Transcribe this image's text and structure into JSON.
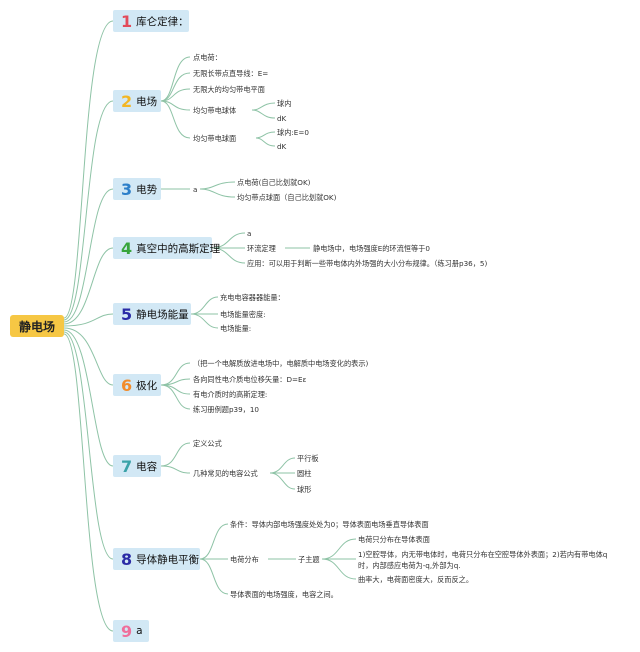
{
  "root": {
    "label": "静电场"
  },
  "colors": {
    "root_fill": "#f6c744",
    "branch_fill": "#d2e8f5",
    "line": "#8ec3a6"
  },
  "branches": [
    {
      "num": "1",
      "num_color": "#e24b5a",
      "label": "库仑定律："
    },
    {
      "num": "2",
      "num_color": "#f3b623",
      "label": "电场"
    },
    {
      "num": "3",
      "num_color": "#2d7fc9",
      "label": "电势"
    },
    {
      "num": "4",
      "num_color": "#38a53c",
      "label": "真空中的高斯定理"
    },
    {
      "num": "5",
      "num_color": "#2b2ba6",
      "label": "静电场能量"
    },
    {
      "num": "6",
      "num_color": "#f28c2b",
      "label": "极化"
    },
    {
      "num": "7",
      "num_color": "#3aa2a8",
      "label": "电容"
    },
    {
      "num": "8",
      "num_color": "#2b2ba6",
      "label": "导体静电平衡"
    },
    {
      "num": "9",
      "num_color": "#ef6f9b",
      "label": "a"
    }
  ],
  "leaves": {
    "b2_point": "点电荷：",
    "b2_line": "无限长带点直导线：E=",
    "b2_plane": "无限大的均匀带电平面",
    "b2_ball": "均匀带电球体",
    "b2_ball_in": "球内",
    "b2_ball_dk": "dK",
    "b2_shell": "均匀带电球面",
    "b2_shell_in": "球内:E=0",
    "b2_shell_dk": "dK",
    "b3_a": "a",
    "b3_point": "点电荷(自己比划就OK)",
    "b3_shell": "均匀带点球面（自己比划就OK)",
    "b4_a": "a",
    "b4_loop": "环流定理",
    "b4_loop_note": "静电场中，电场强度E的环流恒等于0",
    "b4_apply": "应用：可以用于判断一些带电体内外场强的大小分布规律。（练习册p36，5)",
    "b5_cap": "充电电容器器能量：",
    "b5_density": "电场能量密度:",
    "b5_energy": "电场能量:",
    "b6_desc": "（把一个电解质放进电场中，电解质中电场变化的表示)",
    "b6_iso": "各向同性电介质电位移矢量：D=Eε",
    "b6_gauss": "有电介质时的高斯定理:",
    "b6_ex": "练习册例题p39，10",
    "b7_def": "定义公式",
    "b7_formulas": "几种常见的电容公式",
    "b7_plate": "平行板",
    "b7_cyl": "圆柱",
    "b7_sph": "球形",
    "b8_cond": "条件：导体内部电场强度处处为0；导体表面电场垂直导体表面",
    "b8_dist": "电荷分布",
    "b8_sub": "子主题",
    "b8_surface": "电荷只分布在导体表面",
    "b8_cavity1": "1)空腔导体，内无带电体时，电荷只分布在空腔导体外表面；2)若内有带电体q",
    "b8_cavity2": "时，内部感应电荷为-q,外部为q.",
    "b8_curv": "曲率大，电荷面密度大，反而反之。",
    "b8_field": "导体表面的电场强度，电容之间。"
  }
}
